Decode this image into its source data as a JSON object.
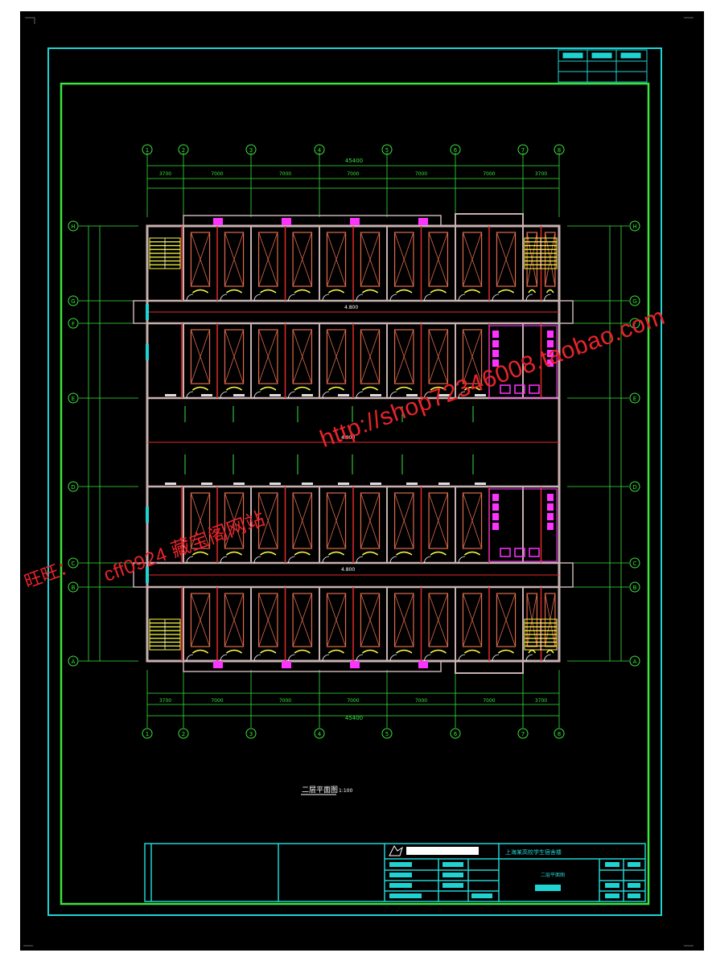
{
  "colors": {
    "background": "#000000",
    "outer_frame": "#20d3d3",
    "inner_frame": "#39e43b",
    "wall": "#c8b0b0",
    "furniture": "#e06a4c",
    "stairs": "#ffff44",
    "fixtures": "#ff33ff",
    "axis_line": "#e32a2a",
    "watermark": "#e8242b"
  },
  "plan": {
    "axis_labels_top": [
      "1",
      "2",
      "3",
      "4",
      "5",
      "6",
      "7",
      "8"
    ],
    "axis_labels_side": [
      "A",
      "B",
      "C",
      "D",
      "E",
      "F",
      "G",
      "H"
    ],
    "top_total": "45400",
    "top_bays": [
      "3700",
      "7000",
      "7000",
      "7000",
      "7000",
      "7000",
      "3700"
    ],
    "bottom_bays": [
      "3700",
      "7000",
      "7000",
      "7000",
      "7000",
      "7000",
      "3700"
    ],
    "bottom_total": "45400",
    "elevation_upper": "4.800",
    "elevation_mid": "4.800",
    "elevation_lower": "4.800",
    "plan_title": "二层平面图",
    "scale": "1:100"
  },
  "title_block": {
    "project": "上海某高校学生宿舍楼",
    "drawing": "二层平面图"
  },
  "watermark": {
    "url": "http://shop72346008.taobao.com",
    "ww": "旺旺：",
    "id": "cff0924 藏宝阁网站"
  }
}
